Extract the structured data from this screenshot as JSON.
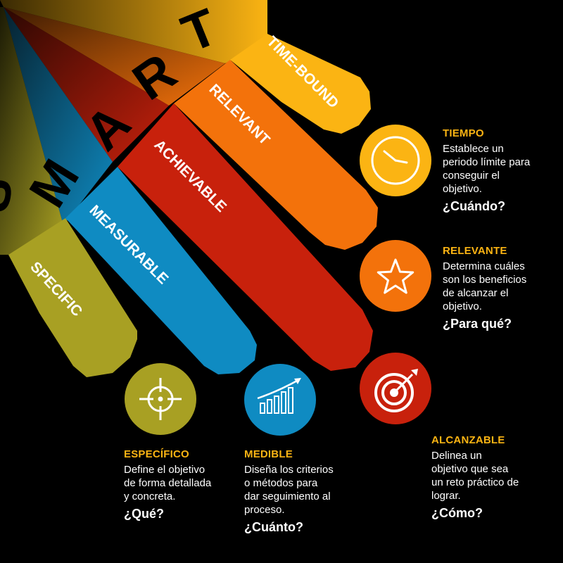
{
  "title_letters": [
    "S",
    "M",
    "A",
    "R",
    "T"
  ],
  "bands": [
    {
      "label": "SPECIFIC",
      "color": "#a8a023"
    },
    {
      "label": "MEASURABLE",
      "color": "#0f8bc2"
    },
    {
      "label": "ACHIEVABLE",
      "color": "#c8210c"
    },
    {
      "label": "RELEVANT",
      "color": "#f3720b"
    },
    {
      "label": "TIME-BOUND",
      "color": "#fbb413"
    }
  ],
  "items": [
    {
      "heading": "ESPECÍFICO",
      "lines": [
        "Define el objetivo",
        "de forma detallada",
        "y concreta."
      ],
      "question": "¿Qué?",
      "icon": "crosshair-icon"
    },
    {
      "heading": "MEDIBLE",
      "lines": [
        "Diseña los criterios",
        "o métodos para",
        "dar seguimiento al",
        "proceso."
      ],
      "question": "¿Cuánto?",
      "icon": "bar-growth-icon"
    },
    {
      "heading": "ALCANZABLE",
      "lines": [
        "Delinea un",
        "objetivo que sea",
        "un reto práctico de",
        "lograr."
      ],
      "question": "¿Cómo?",
      "icon": "target-arrow-icon"
    },
    {
      "heading": "RELEVANTE",
      "lines": [
        "Determina cuáles",
        "son los beneficios",
        "de alcanzar el",
        "objetivo."
      ],
      "question": "¿Para qué?",
      "icon": "star-icon"
    },
    {
      "heading": "TIEMPO",
      "lines": [
        "Establece un",
        "periodo límite para",
        "conseguir el",
        "objetivo."
      ],
      "question": "¿Cuándo?",
      "icon": "clock-icon"
    }
  ],
  "colors": {
    "heading_accent": "#fbb413",
    "text": "#ffffff",
    "background": "#000000"
  }
}
